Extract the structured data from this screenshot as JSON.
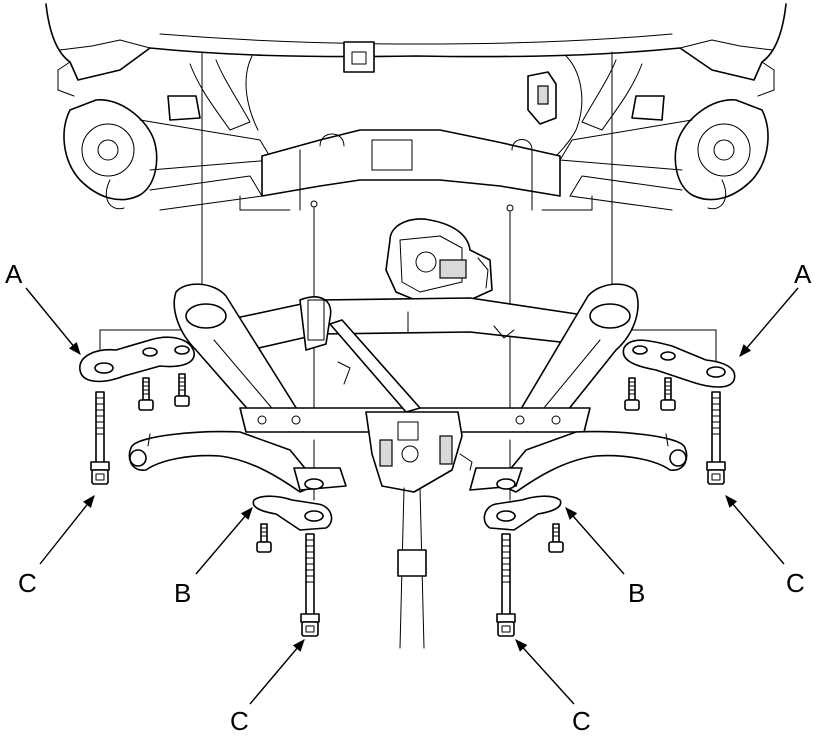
{
  "callouts": {
    "a_left": "A",
    "a_right": "A",
    "b_left": "B",
    "b_right": "B",
    "c_left_outer": "C",
    "c_right_outer": "C",
    "c_left_lower": "C",
    "c_right_lower": "C"
  }
}
